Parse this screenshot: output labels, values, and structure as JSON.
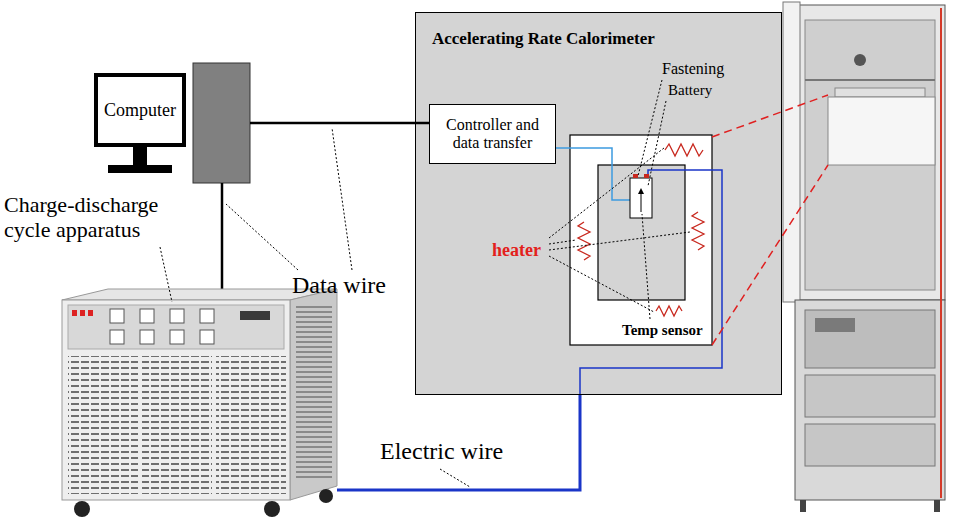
{
  "diagram": {
    "nodes": [
      {
        "text": [
          "Accelerating Rate Calorimeter"
        ]
      },
      {
        "text": [
          "Controller and data transfer"
        ],
        "in": 0
      },
      {
        "text": [
          "Computer"
        ]
      }
    ],
    "labels": [
      "Charge-discharge cycle apparatus",
      "Data wire",
      "Electric wire",
      "Fastening",
      "Battery",
      "heater",
      "Temp sensor"
    ]
  }
}
